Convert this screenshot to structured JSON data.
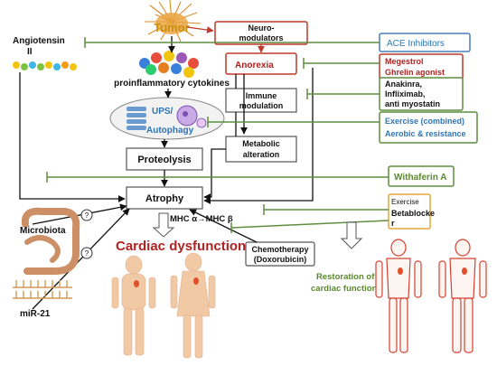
{
  "colors": {
    "red_box": "#c0392b",
    "green_box": "#5e8e3e",
    "blue_box": "#4a7fb5",
    "inhibit_line": "#5e8e3e",
    "arrow": "#111111",
    "title_red": "#b22222",
    "text_green": "#5a8a2c",
    "text_blue": "#2e75b6",
    "skin": "#f2c9a5",
    "outline_red": "#d64030",
    "heart": "#e0502a",
    "tumor_orange": "#e8a33a"
  },
  "labels": {
    "tumor": "Tumor",
    "angiotensin_line1": "Angiotensin",
    "angiotensin_line2": "II",
    "cytokines": "proinflammatory cytokines",
    "ups": "UPS/",
    "autophagy": "Autophagy",
    "proteolysis": "Proteolysis",
    "atrophy": "Atrophy",
    "microbiota": "Microbiota",
    "mirna": "miR-21",
    "question": "?",
    "mhc": "MHC α→MHC β",
    "cardiac_dysfunction": "Cardiac dysfunction",
    "restoration_line1": "Restoration of",
    "restoration_line2": "cardiac function"
  },
  "boxes": {
    "neuromodulators_line1": "Neuro-",
    "neuromodulators_line2": "modulators",
    "anorexia": "Anorexia",
    "immune_line1": "Immune",
    "immune_line2": "modulation",
    "metabolic_line1": "Metabolic",
    "metabolic_line2": "alteration",
    "chemo_line1": "Chemotherapy",
    "chemo_line2": "(Doxorubicin)"
  },
  "treatments": {
    "ace": "ACE Inhibitors",
    "megestrol_line1": "Megestrol",
    "megestrol_line2": "Ghrelin agonist",
    "anakinra_line1": "Anakinra,",
    "anakinra_line2": "Infliximab,",
    "anakinra_line3": "anti myostatin",
    "exercise_line1": "Exercise (combined)",
    "exercise_line2": "Aerobic & resistance",
    "withaferin": "Withaferin A",
    "beta_line1": "Exercise",
    "beta_line2": "Betablocke",
    "beta_line3": "r"
  }
}
